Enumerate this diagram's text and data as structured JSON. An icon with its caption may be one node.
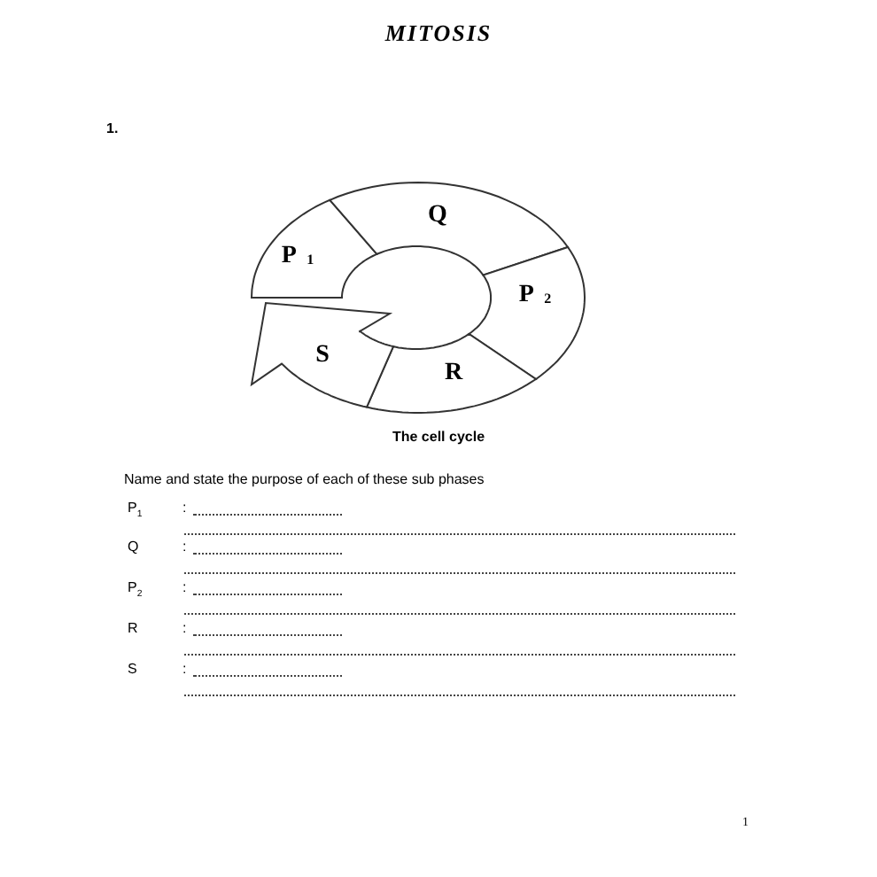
{
  "diagram": {
    "title": "MITOSIS",
    "caption": "The cell cycle",
    "nodes": [
      {
        "text": [
          "P $_{1}$"
        ]
      },
      {
        "text": [
          "Q"
        ]
      },
      {
        "text": [
          "P $_{2}$"
        ]
      },
      {
        "text": [
          "R"
        ]
      },
      {
        "text": [
          "S"
        ]
      }
    ],
    "edges": [],
    "labels": [
      "1.",
      "Name and state the purpose of each of these sub phases",
      "P$_{1}$",
      ":",
      "Q",
      ":",
      "P$_{2}$",
      ":",
      "R",
      ":",
      "S",
      ":",
      "1"
    ]
  }
}
